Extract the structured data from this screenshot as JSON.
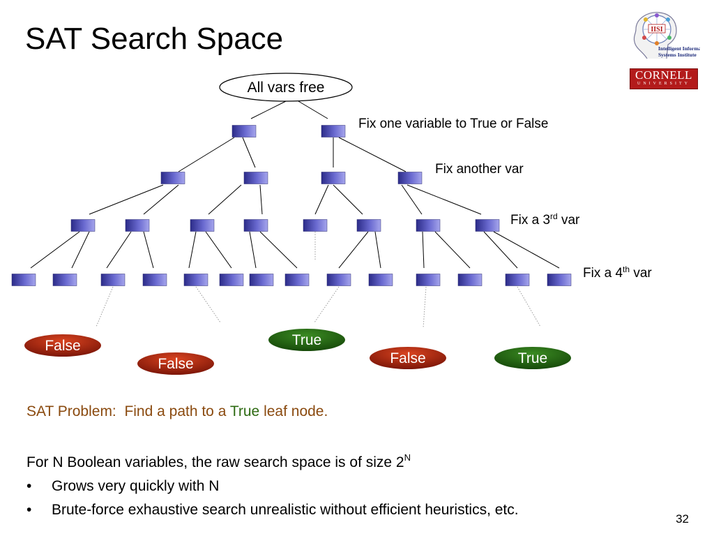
{
  "slide": {
    "title": "SAT Search Space",
    "page_number": "32"
  },
  "diagram": {
    "root_label": "All vars free",
    "level_labels": [
      {
        "main": "Fix one variable to True or False",
        "sup": "",
        "suffix": ""
      },
      {
        "main": "Fix another var",
        "sup": "",
        "suffix": ""
      },
      {
        "main": "Fix a 3",
        "sup": "rd",
        "suffix": " var"
      },
      {
        "main": "Fix a 4",
        "sup": "th",
        "suffix": " var"
      }
    ],
    "leaves": [
      "False",
      "False",
      "True",
      "False",
      "True"
    ],
    "colors": {
      "node_fill_dark": "#2b2b88",
      "node_fill_light": "#8c8ce0",
      "false_oval": "#a8200e",
      "true_oval": "#236b12"
    }
  },
  "problem": {
    "prefix": "SAT Problem:  Find a path to a ",
    "true_word": "True",
    "suffix": " leaf node."
  },
  "notes": {
    "line1_text": "For N Boolean variables, the raw search space is of size 2",
    "line1_sup": "N",
    "bullet_symbol": "•",
    "bullets": [
      "Grows very quickly with N",
      "Brute-force exhaustive search unrealistic without efficient heuristics, etc."
    ]
  },
  "logos": {
    "iisi_lines": [
      "Intelligent Information",
      "Systems Institute"
    ],
    "iisi_mark": "IISI",
    "cornell_name": "CORNELL",
    "cornell_sub": "UNIVERSITY"
  }
}
